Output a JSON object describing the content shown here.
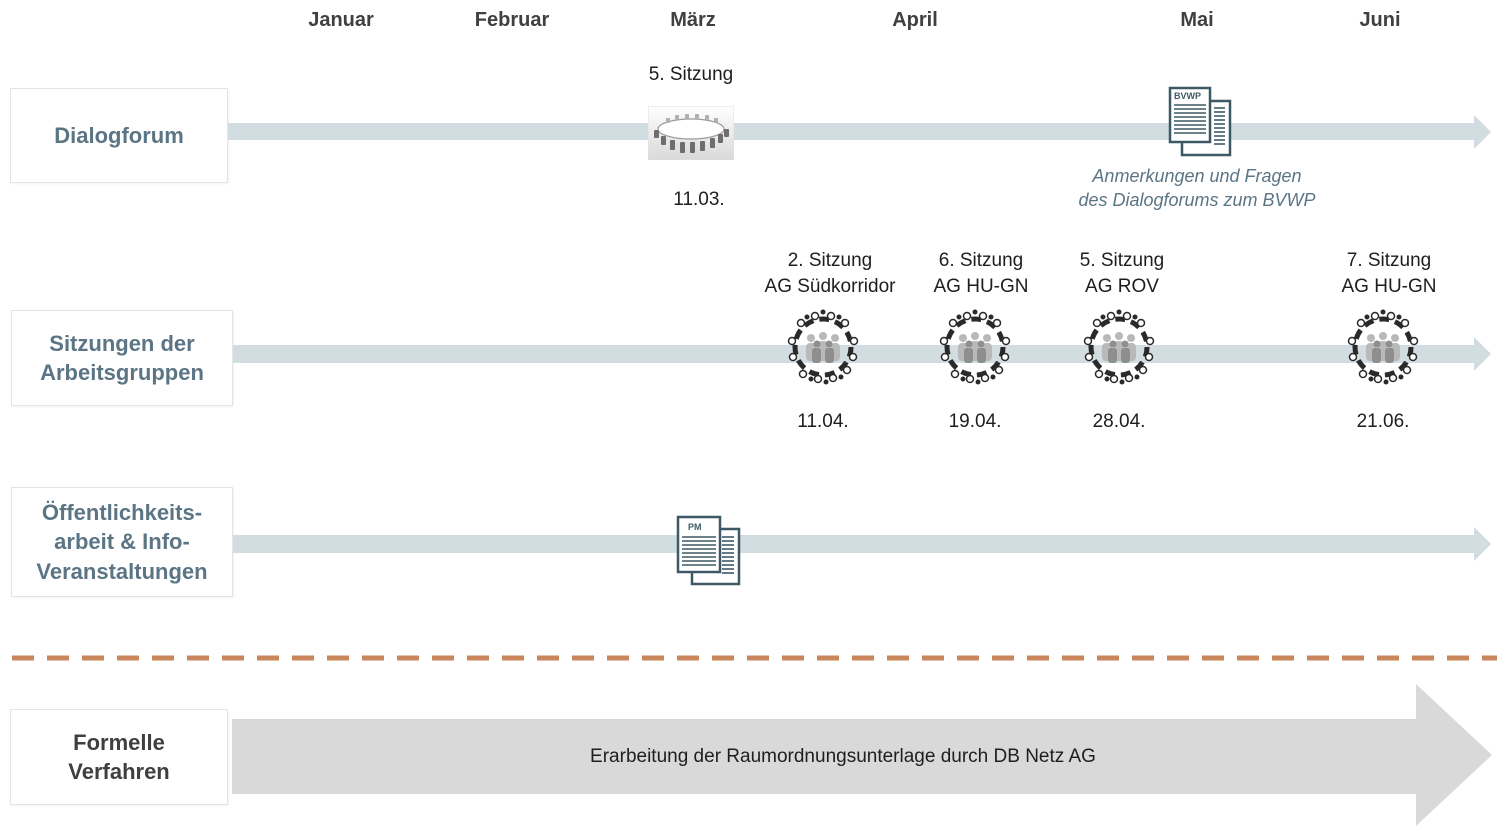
{
  "months": [
    "Januar",
    "Februar",
    "März",
    "April",
    "Mai",
    "Juni"
  ],
  "rows": {
    "dialogforum": {
      "label": "Dialogforum",
      "meeting": {
        "title": "5. Sitzung",
        "date": "11.03."
      },
      "document": {
        "tag": "BVWP",
        "note": "Anmerkungen und Fragen\ndes Dialogforums zum BVWP"
      }
    },
    "arbeitsgruppen": {
      "label": "Sitzungen der\nArbeitsgruppen",
      "meetings": [
        {
          "title": "2. Sitzung\nAG Südkorridor",
          "date": "11.04."
        },
        {
          "title": "6. Sitzung\nAG HU-GN",
          "date": "19.04."
        },
        {
          "title": "5. Sitzung\nAG ROV",
          "date": "28.04."
        },
        {
          "title": "7. Sitzung\nAG HU-GN",
          "date": "21.06."
        }
      ]
    },
    "oeffentlichkeit": {
      "label": "Öffentlichkeits-\narbeit & Info-\nVeranstaltungen",
      "document": {
        "tag": "PM"
      }
    },
    "formell": {
      "label": "Formelle\nVerfahren",
      "arrow_text": "Erarbeitung der Raumordnungsunterlage  durch DB Netz AG"
    }
  },
  "colors": {
    "timeline_bar": "#d2dde2",
    "label_blue": "#5b7585",
    "divider": "#c8865a",
    "big_arrow": "#d9d9d9"
  },
  "icons": {
    "round_table": "round-table-icon",
    "working_group": "group-meeting-icon",
    "document": "document-icon"
  }
}
